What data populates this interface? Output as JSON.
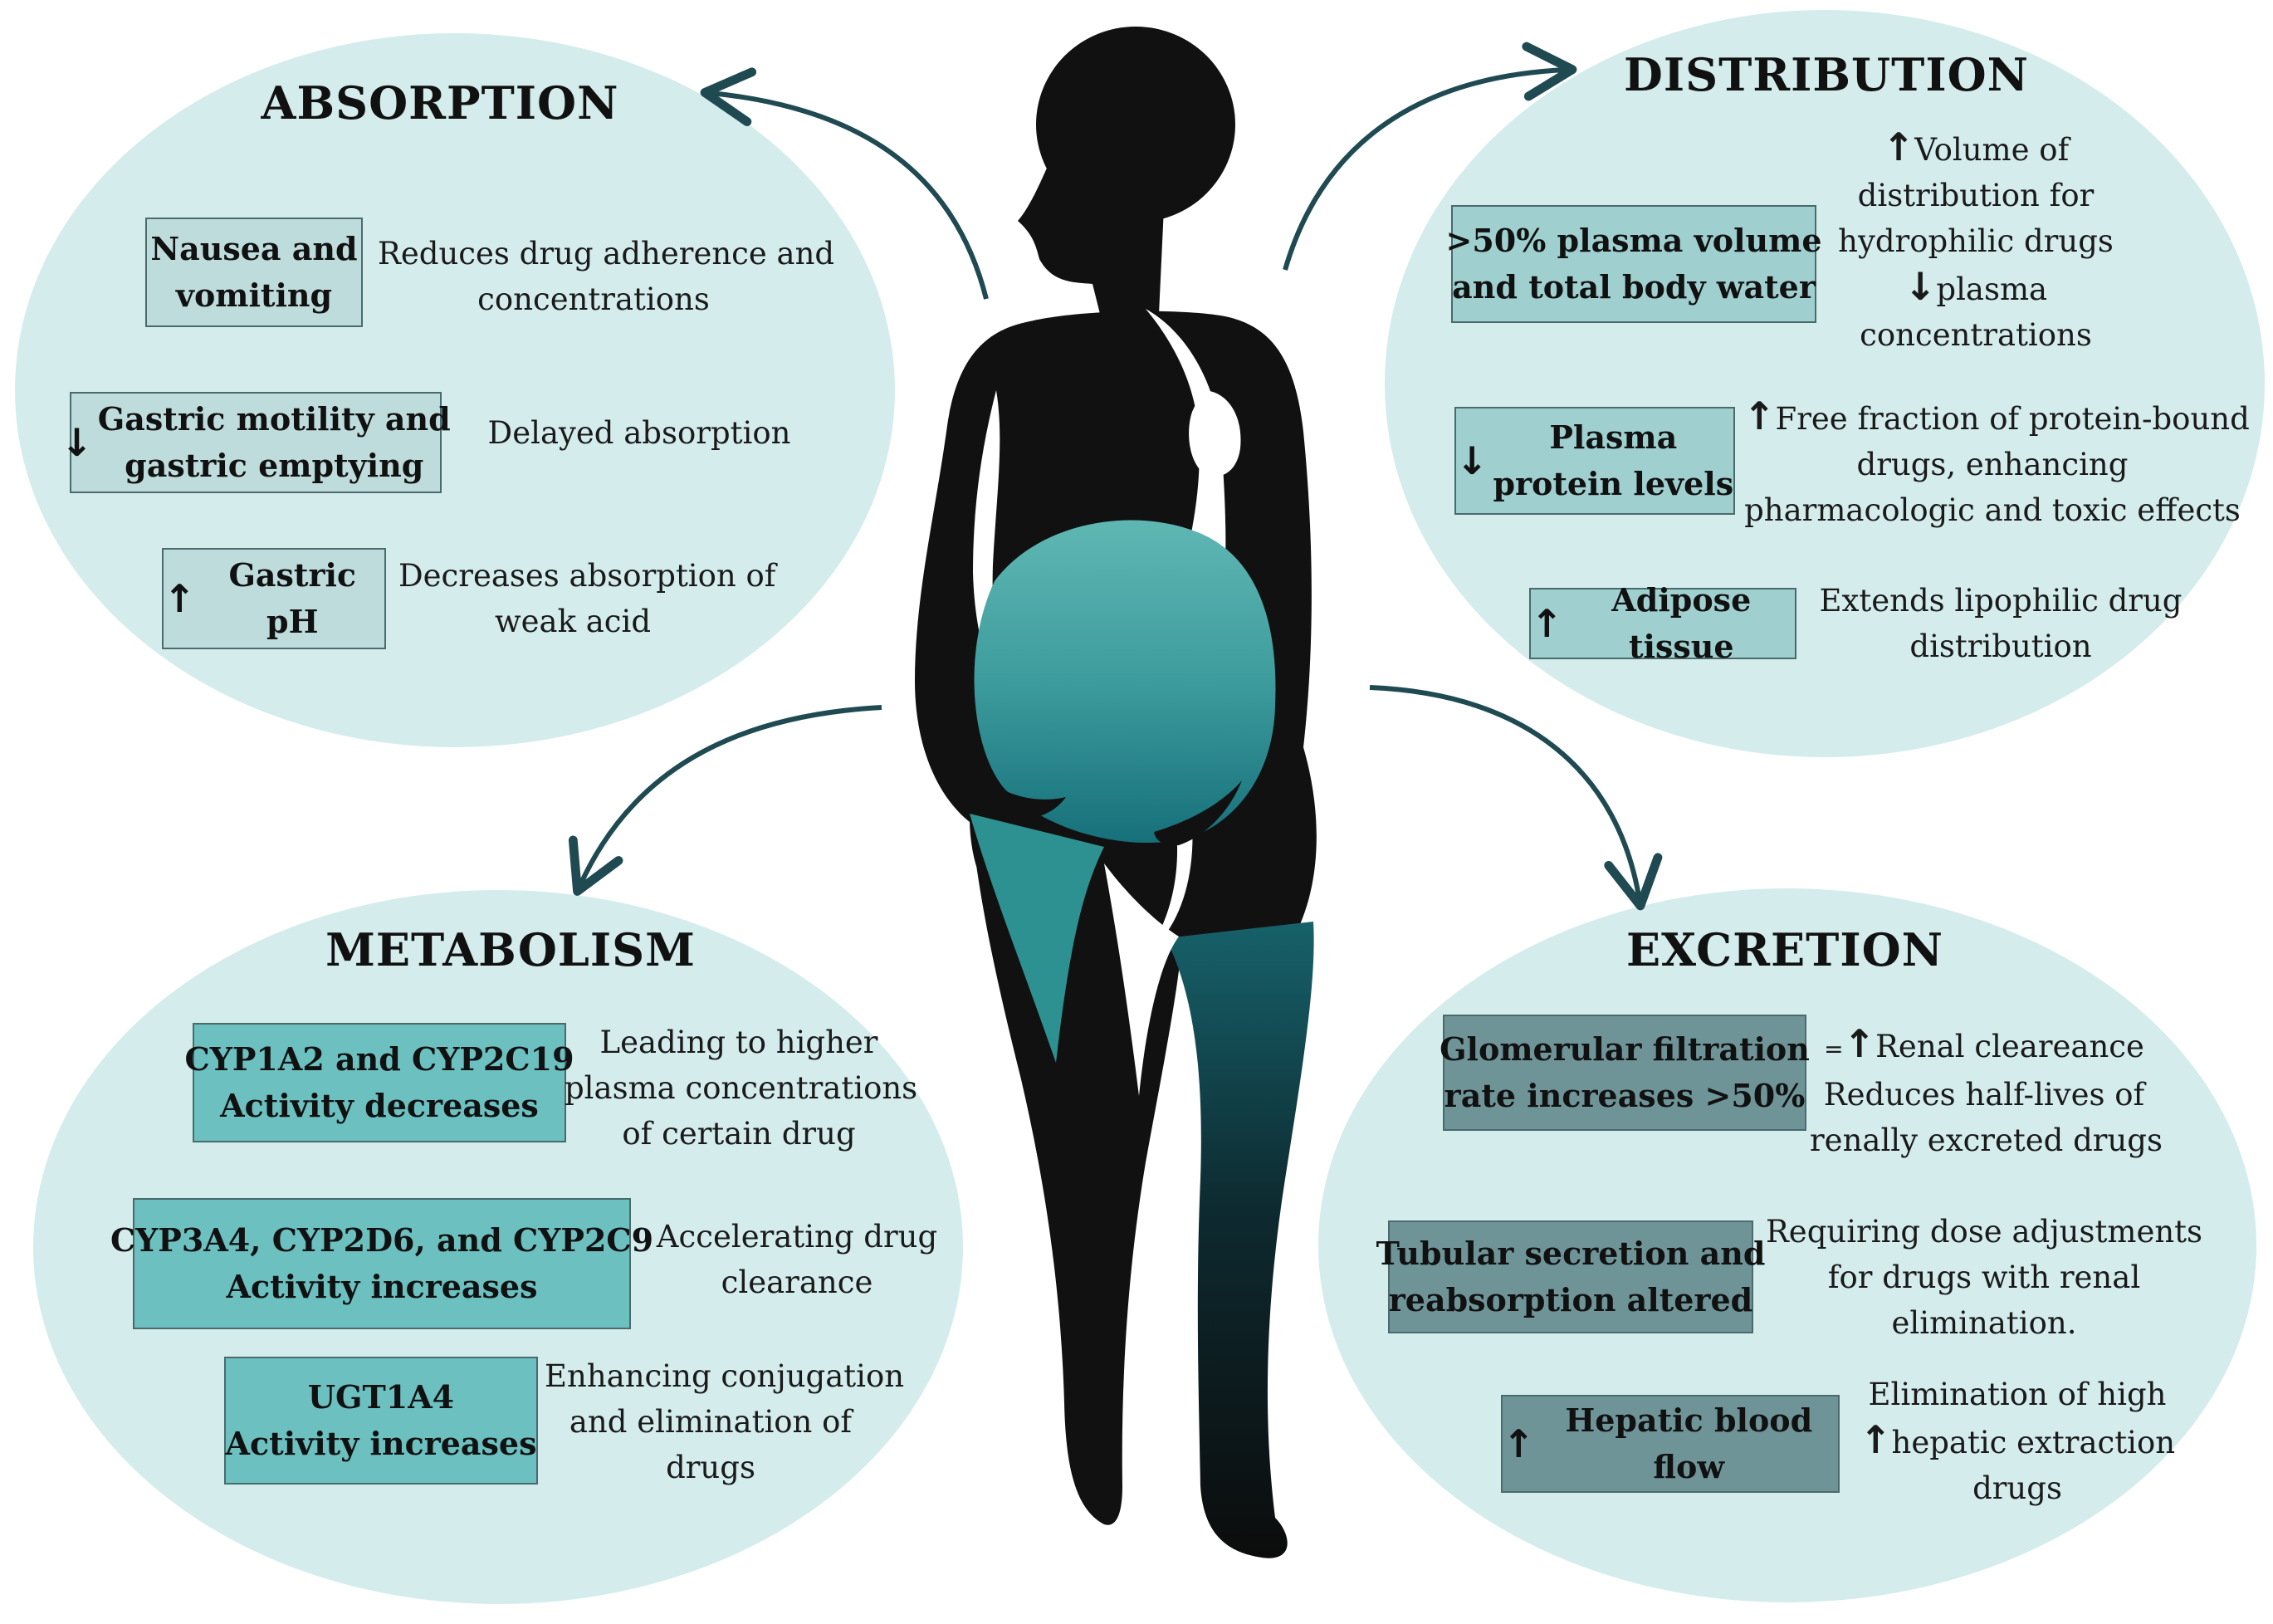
{
  "absorption": {
    "title": "ABSORPTION",
    "items": [
      {
        "box": [
          "Nausea and",
          "vomiting"
        ],
        "desc": [
          "Reduces drug adherence and",
          "concentrations"
        ]
      },
      {
        "box_arrow": "↓",
        "box": [
          "Gastric motility and",
          "gastric emptying"
        ],
        "desc": [
          "Delayed absorption"
        ]
      },
      {
        "box_arrow": "↑",
        "box": [
          "Gastric pH"
        ],
        "desc": [
          "Decreases absorption of",
          "weak acid"
        ]
      }
    ]
  },
  "distribution": {
    "title": "DISTRIBUTION",
    "items": [
      {
        "box": [
          ">50% plasma volume",
          "and total body water"
        ],
        "desc_arrow1": "↑",
        "desc1": [
          "Volume of",
          "distribution for",
          "hydrophilic drugs"
        ],
        "desc_arrow2": "↓",
        "desc2": [
          "plasma",
          "concentrations"
        ]
      },
      {
        "box_arrow": "↓",
        "box": [
          "Plasma",
          "protein levels"
        ],
        "desc_arrow": "↑",
        "desc": [
          "Free fraction of protein-bound",
          "drugs, enhancing",
          "pharmacologic and toxic effects"
        ]
      },
      {
        "box_arrow": "↑",
        "box": [
          "Adipose tissue"
        ],
        "desc": [
          "Extends lipophilic drug",
          "distribution"
        ]
      }
    ]
  },
  "metabolism": {
    "title": "METABOLISM",
    "items": [
      {
        "box": [
          "CYP1A2 and CYP2C19",
          "Activity decreases"
        ],
        "desc": [
          "Leading to higher",
          "plasma concentrations",
          "of certain drug"
        ]
      },
      {
        "box": [
          "CYP3A4, CYP2D6, and CYP2C9",
          "Activity increases"
        ],
        "desc": [
          "Accelerating drug",
          "clearance"
        ]
      },
      {
        "box": [
          "UGT1A4",
          "Activity increases"
        ],
        "desc": [
          "Enhancing conjugation",
          "and elimination of",
          "drugs"
        ]
      }
    ]
  },
  "excretion": {
    "title": "EXCRETION",
    "items": [
      {
        "box": [
          "Glomerular filtration",
          "rate increases >50%"
        ],
        "desc_prefix": "=",
        "desc_arrow": "↑",
        "desc": [
          "Renal cleareance",
          "Reduces  half-lives of",
          "renally excreted drugs"
        ]
      },
      {
        "box": [
          "Tubular secretion and",
          "reabsorption altered"
        ],
        "desc": [
          "Requiring dose adjustments",
          "for drugs with renal",
          "elimination."
        ]
      },
      {
        "box_arrow": "↑",
        "box": [
          "Hepatic blood flow"
        ],
        "desc_arrow": "↑",
        "desc": [
          "Elimination of high",
          "hepatic extraction",
          "drugs"
        ]
      }
    ]
  },
  "colors": {
    "ellipse": "#d4ecec",
    "absorption_box": "#bfdcdc",
    "distribution_box": "#9fcfcf",
    "metabolism_box": "#6cc0c0",
    "excretion_box": "#6f9498",
    "arrow": "#1f4a52",
    "silhouette": "#111111",
    "belly": "#3a9a9a"
  },
  "icons": [
    "curved-arrow-icon",
    "pregnant-woman-silhouette-icon",
    "up-arrow-icon",
    "down-arrow-icon"
  ]
}
